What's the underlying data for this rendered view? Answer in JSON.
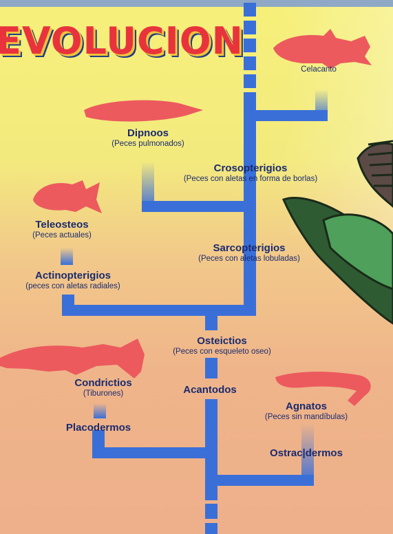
{
  "title": "EVOLUCION",
  "colors": {
    "line": "#3a6fd8",
    "fish": "#ec5a5e",
    "text": "#1a2b6e",
    "plant": "#3d6f3a"
  },
  "groups": {
    "celacanto": {
      "name": "Celacanto"
    },
    "dipnoos": {
      "name": "Dipnoos",
      "sub": "(Peces pulmonados)"
    },
    "crosopterigios": {
      "name": "Crosopterigios",
      "sub": "(Peces con aletas en forma de borlas)"
    },
    "teleosteos": {
      "name": "Teleosteos",
      "sub": "(Peces actuales)"
    },
    "sarcopterigios": {
      "name": "Sarcopterigios",
      "sub": "(Peces con aletas lobuladas)"
    },
    "actinopterigios": {
      "name": "Actinopterigios",
      "sub": "(peces con aletas radiales)"
    },
    "osteictios": {
      "name": "Osteictios",
      "sub": "(Peces con esqueleto oseo)"
    },
    "condrictios": {
      "name": "Condrictios",
      "sub": "(Tiburones)"
    },
    "acantodos": {
      "name": "Acantodos"
    },
    "agnatos": {
      "name": "Agnatos",
      "sub": "(Peces sin mandíbulas)"
    },
    "placodermos": {
      "name": "Placodermos"
    },
    "ostracodermos": {
      "name": "Ostrac|dermos"
    }
  }
}
